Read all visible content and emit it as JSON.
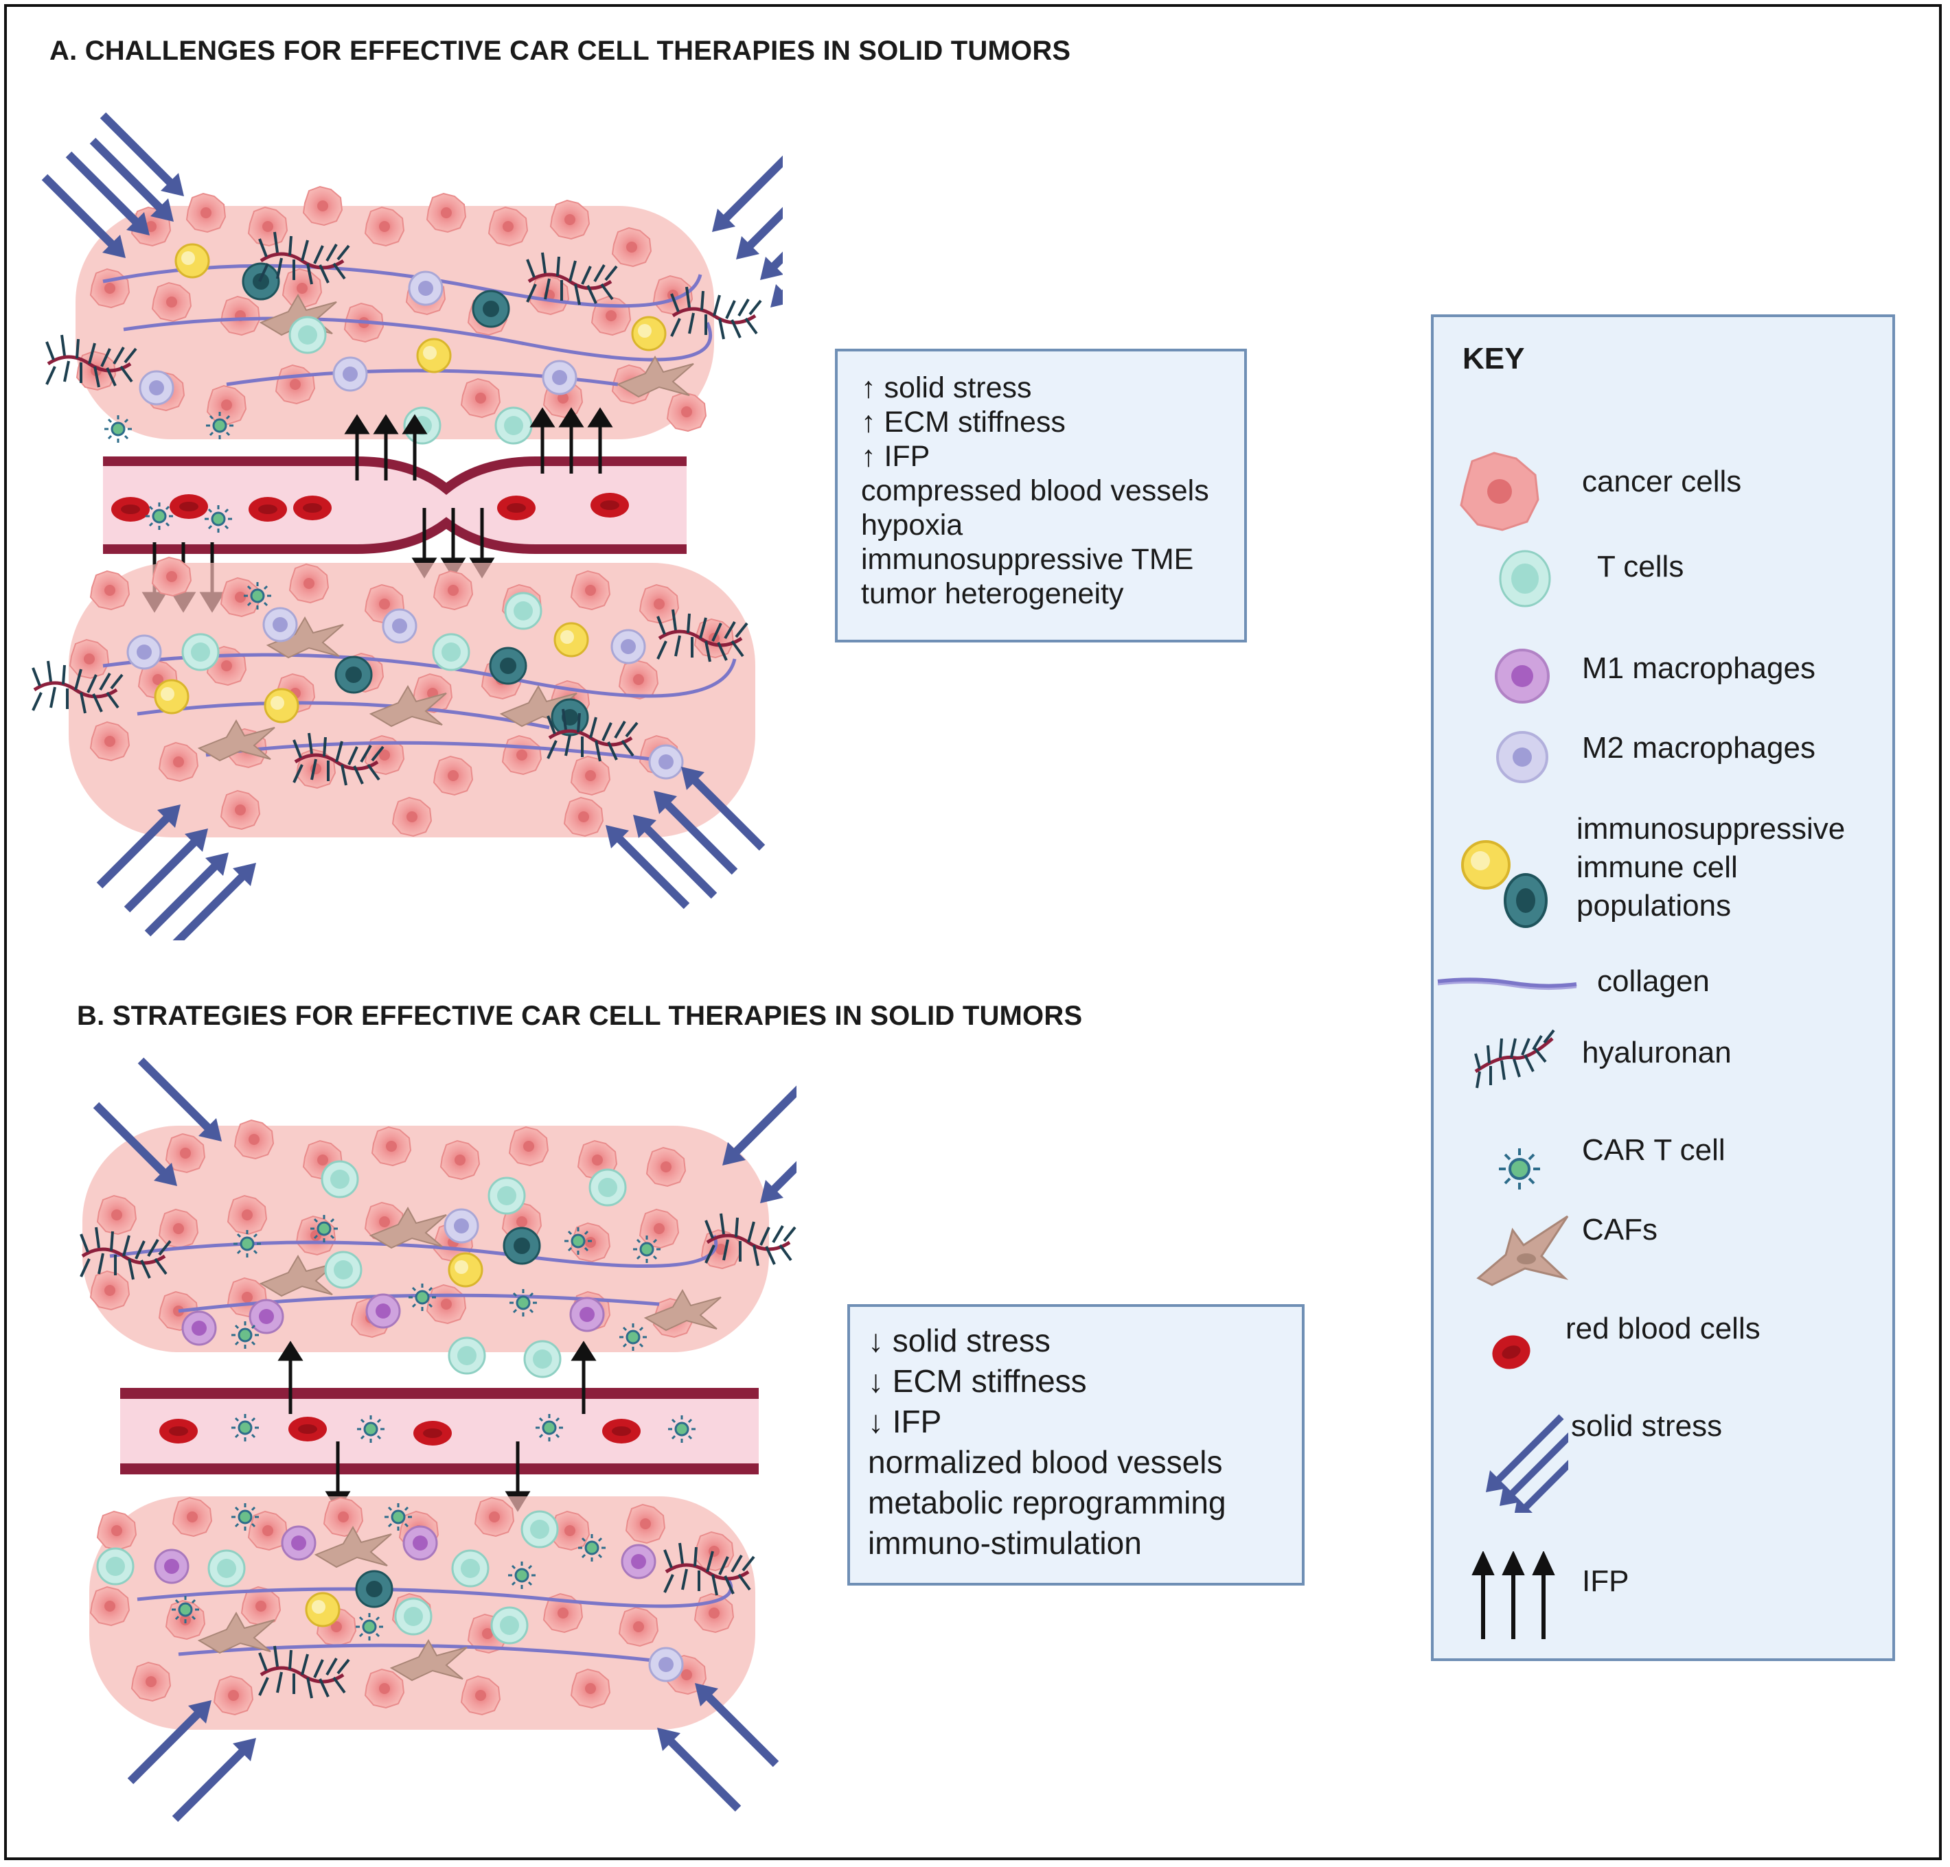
{
  "panel_a": {
    "heading": "A. CHALLENGES FOR EFFECTIVE CAR CELL THERAPIES IN SOLID TUMORS",
    "effects": [
      "↑ solid stress",
      "↑ ECM stiffness",
      "↑ IFP",
      "compressed blood vessels",
      "hypoxia",
      "immunosuppressive TME",
      "tumor heterogeneity"
    ]
  },
  "panel_b": {
    "heading": "B. STRATEGIES FOR EFFECTIVE CAR CELL THERAPIES IN SOLID TUMORS",
    "effects": [
      "↓ solid stress",
      "↓ ECM stiffness",
      "↓ IFP",
      "normalized blood vessels",
      "metabolic reprogramming",
      "immuno-stimulation"
    ]
  },
  "key": {
    "title": "KEY",
    "items": {
      "cancer": "cancer cells",
      "tcell": "T cells",
      "m1": "M1 macrophages",
      "m2": "M2 macrophages",
      "immuno_1": "immunosuppressive",
      "immuno_2": "immune cell",
      "immuno_3": "populations",
      "collagen": "collagen",
      "hyaluronan": "hyaluronan",
      "car_t": "CAR T cell",
      "cafs": "CAFs",
      "rbc": "red blood cells",
      "solid_stress": "solid stress",
      "ifp": "IFP"
    }
  },
  "colors": {
    "cancer_cell": "#f09a9a",
    "cancer_core": "#e07a7a",
    "t_cell": "#c8ede6",
    "m1_macrophage": "#c99bd9",
    "m2_macrophage": "#c9c8ea",
    "immunosuppressive_yellow": "#f6d64a",
    "immunosuppressive_teal": "#2f6f78",
    "red_blood_cell": "#c8161f",
    "vessel_wall": "#8c1f3c",
    "stress_arrow": "#4a5a9e",
    "caf": "#c8a394",
    "collagen": "#7b76c8",
    "hyaluronan": "#1d3f4f"
  }
}
